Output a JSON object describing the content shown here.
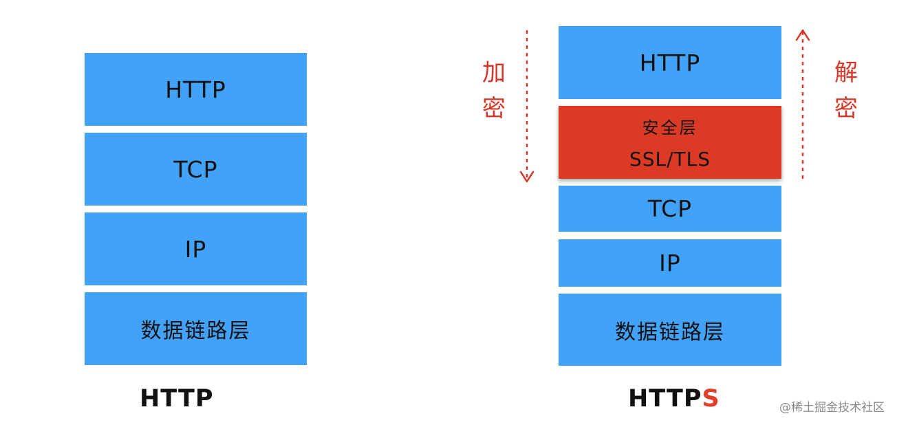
{
  "http_stack": {
    "layers": [
      "HTTP",
      "TCP",
      "IP",
      "数据链路层"
    ],
    "caption": "HTTP"
  },
  "https_stack": {
    "http": "HTTP",
    "security_title": "安全层",
    "security_protocol": "SSL/TLS",
    "tcp": "TCP",
    "ip": "IP",
    "link": "数据链路层",
    "caption_main": "HTTP",
    "caption_accent": "S"
  },
  "labels": {
    "encrypt": [
      "加",
      "密"
    ],
    "decrypt": [
      "解",
      "密"
    ]
  },
  "watermark": "@稀土掘金技术社区",
  "colors": {
    "layer": "#42a2f8",
    "security": "#db3a25",
    "accent": "#d9362a"
  }
}
